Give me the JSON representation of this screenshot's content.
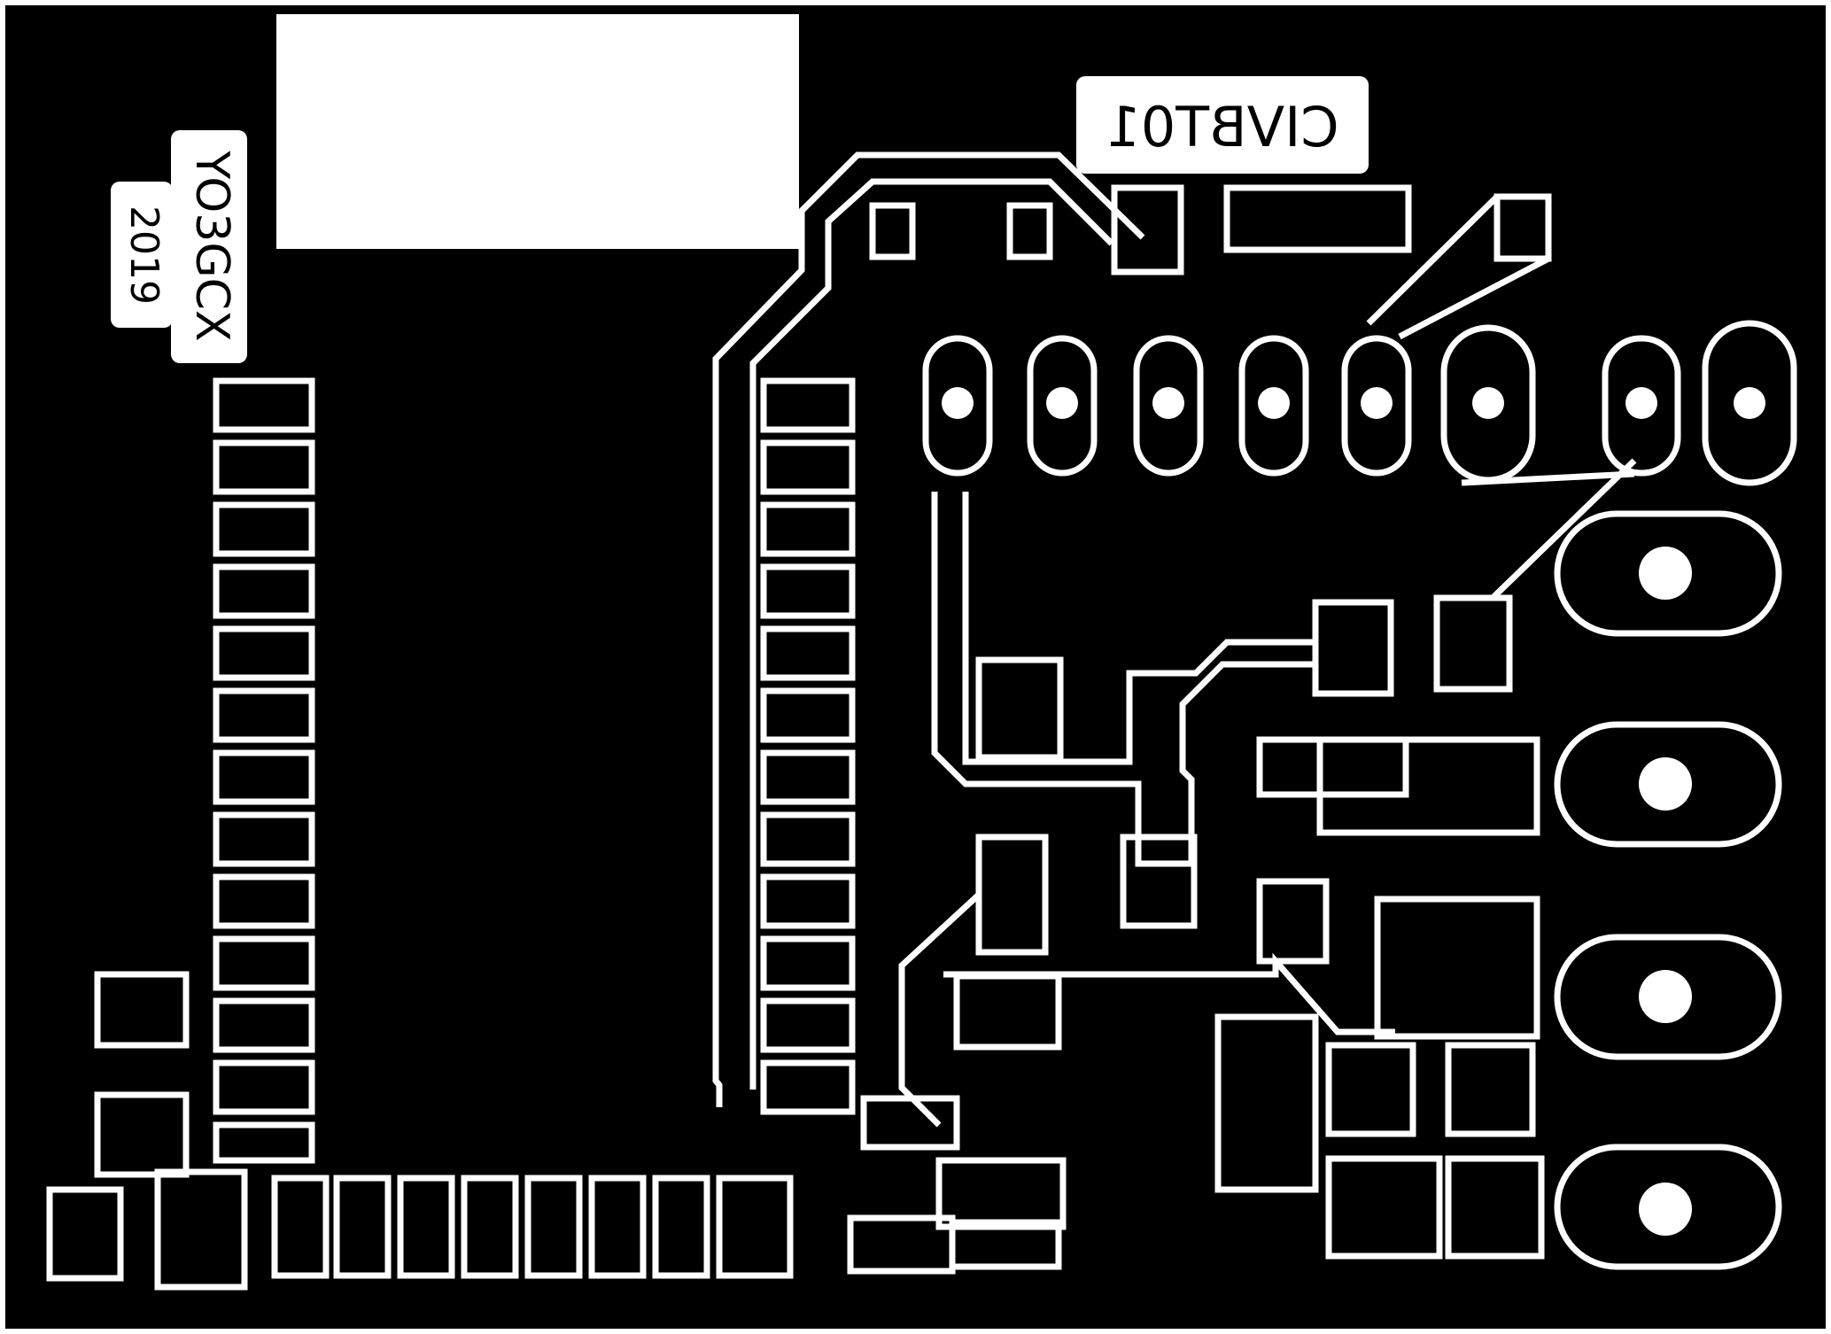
{
  "board": {
    "labels": {
      "board_id": "CIVBT01",
      "chip_name": "YO3GCX",
      "date_code": "2019"
    },
    "colors": {
      "copper": "#000000",
      "isolation": "#ffffff"
    },
    "view": "mirrored-bottom-copper"
  }
}
